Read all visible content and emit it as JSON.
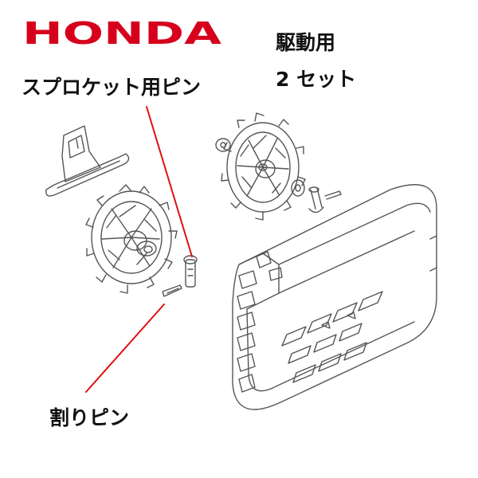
{
  "brand": {
    "name": "HONDA",
    "color": "#d6001c"
  },
  "header": {
    "usage": "駆動用",
    "set_count": "2 セット"
  },
  "callouts": {
    "sprocket_pin": "スプロケット用ピン",
    "split_pin": "割りピン",
    "leader_color": "#e01010"
  }
}
